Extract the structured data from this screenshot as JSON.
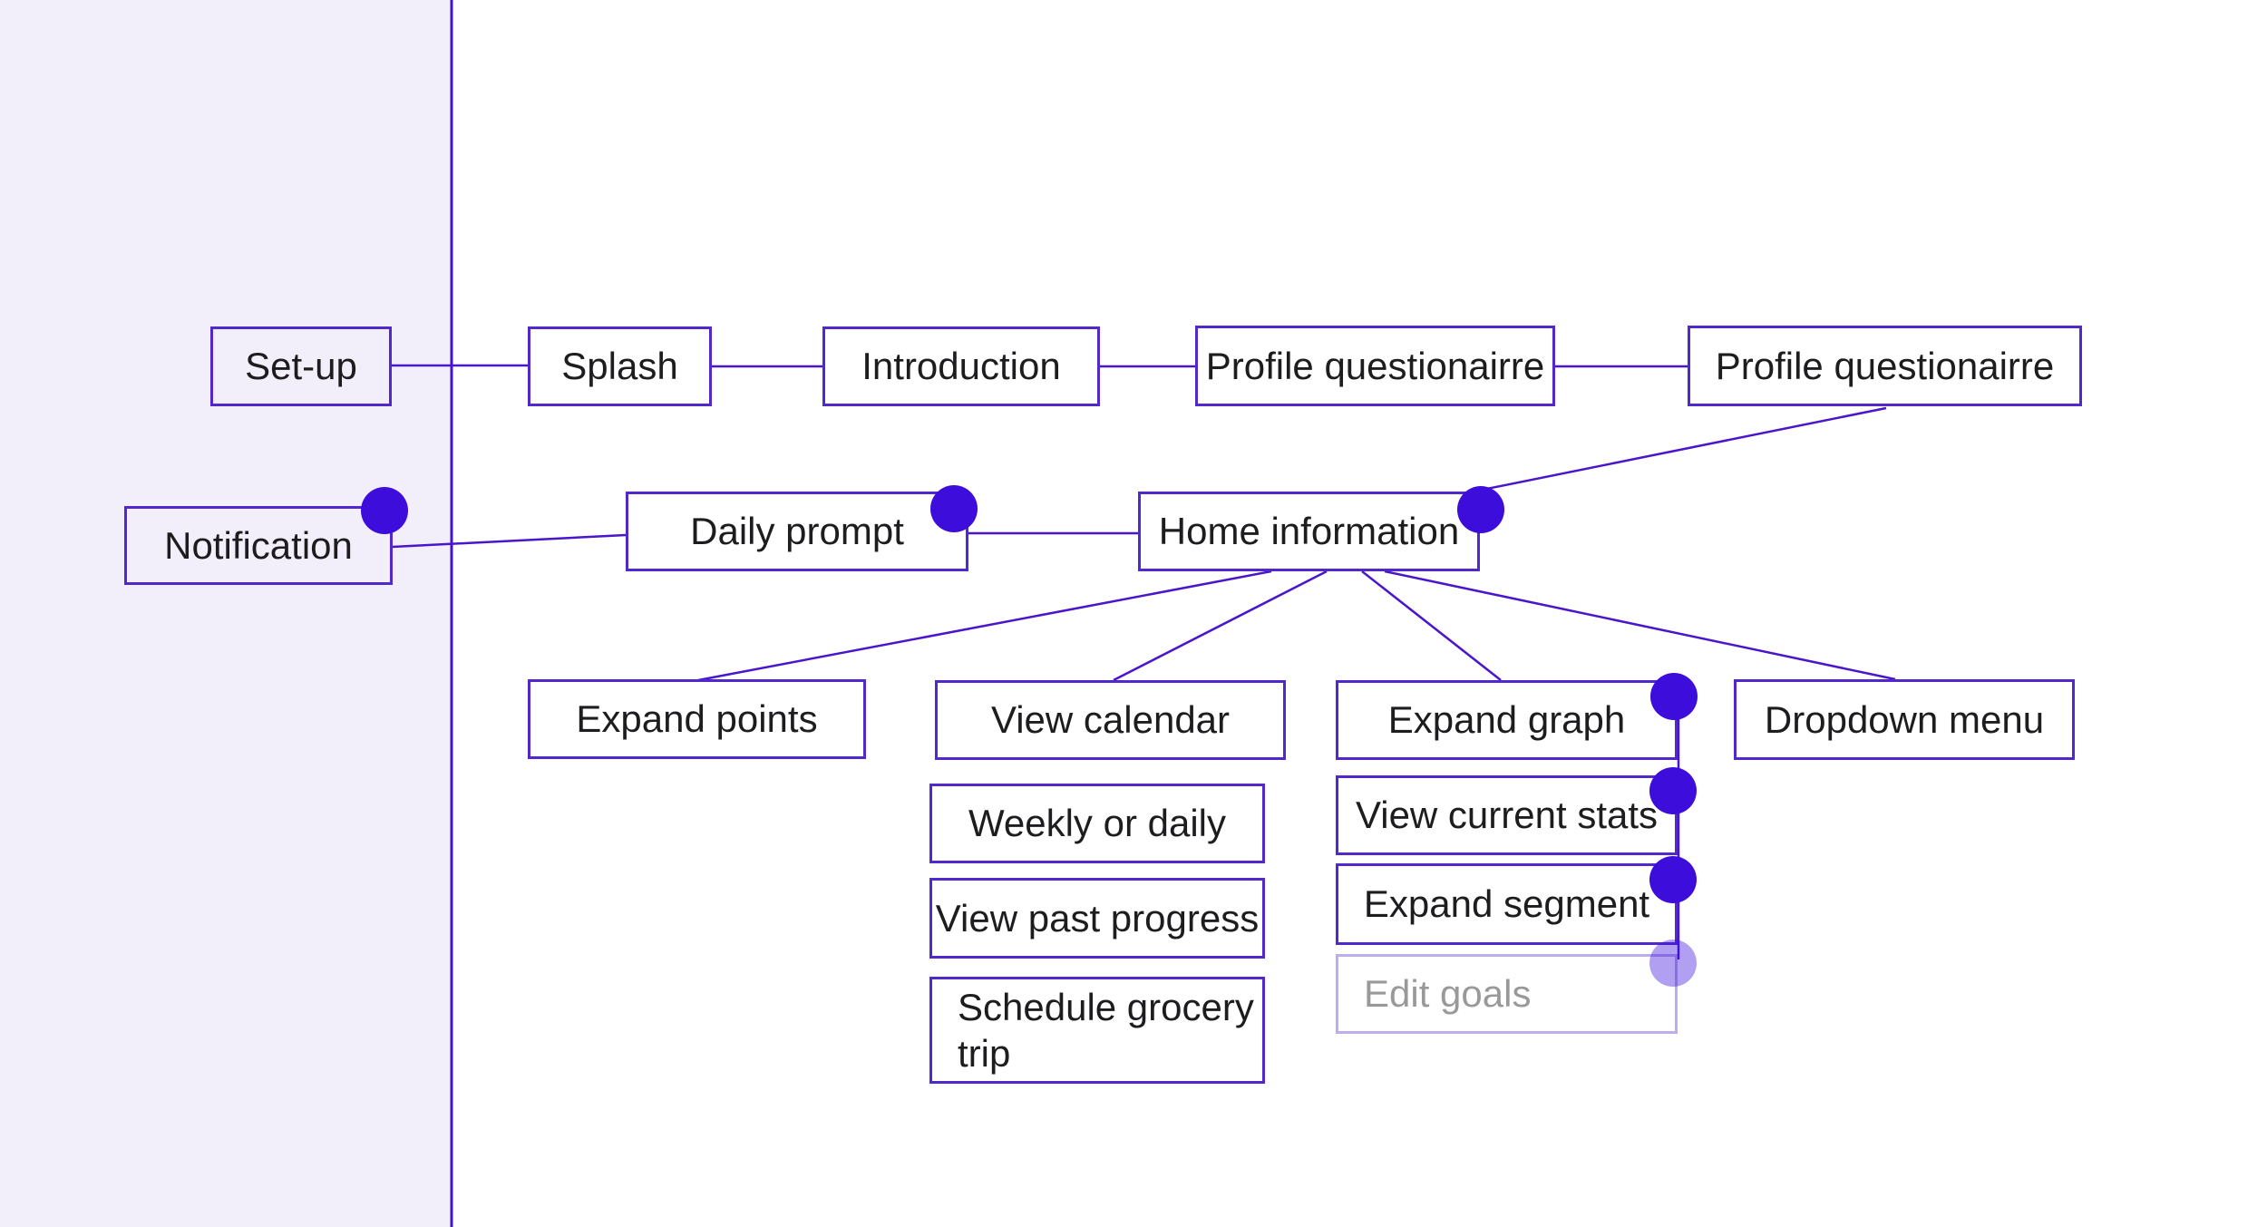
{
  "app": {
    "kind": "flowchart-canvas",
    "colors": {
      "background": "#ffffff",
      "panel": "#f2eefa",
      "divider_line": "#4713c9",
      "connector_line": "#4a16cb",
      "node_border": "#5128cc",
      "node_text": "#1d1d20",
      "dot": "#3d0edb",
      "faded_dot": "#a99ae0",
      "disabled_border": "#b3a6e8",
      "disabled_text": "#9b9b9b"
    }
  },
  "diagram": {
    "nodes": [
      {
        "id": "setup",
        "label": "Set-up",
        "dot": false,
        "state": "default"
      },
      {
        "id": "splash",
        "label": "Splash",
        "dot": false,
        "state": "default"
      },
      {
        "id": "introduction",
        "label": "Introduction",
        "dot": false,
        "state": "default"
      },
      {
        "id": "profile-questionairre-1",
        "label": "Profile questionairre",
        "dot": false,
        "state": "default"
      },
      {
        "id": "profile-questionairre-2",
        "label": "Profile questionairre",
        "dot": false,
        "state": "default"
      },
      {
        "id": "notification",
        "label": "Notification",
        "dot": true,
        "state": "default"
      },
      {
        "id": "daily-prompt",
        "label": "Daily prompt",
        "dot": true,
        "state": "default"
      },
      {
        "id": "home-information",
        "label": "Home information",
        "dot": true,
        "state": "default"
      },
      {
        "id": "expand-points",
        "label": "Expand points",
        "dot": false,
        "state": "default"
      },
      {
        "id": "view-calendar",
        "label": "View calendar",
        "dot": false,
        "state": "default"
      },
      {
        "id": "expand-graph",
        "label": "Expand graph",
        "dot": true,
        "state": "default"
      },
      {
        "id": "dropdown-menu",
        "label": "Dropdown menu",
        "dot": false,
        "state": "default"
      },
      {
        "id": "weekly-or-daily",
        "label": "Weekly or daily",
        "dot": false,
        "state": "default"
      },
      {
        "id": "view-past-progress",
        "label": "View past progress",
        "dot": false,
        "state": "default"
      },
      {
        "id": "schedule-grocery-trip",
        "label": "Schedule grocery\ntrip",
        "dot": false,
        "state": "default"
      },
      {
        "id": "view-current-stats",
        "label": "View current stats",
        "dot": true,
        "state": "default"
      },
      {
        "id": "expand-segment",
        "label": "Expand segment",
        "dot": true,
        "state": "default"
      },
      {
        "id": "edit-goals",
        "label": "Edit goals",
        "dot": true,
        "state": "disabled"
      }
    ],
    "edges": [
      [
        "setup",
        "splash"
      ],
      [
        "splash",
        "introduction"
      ],
      [
        "introduction",
        "profile-questionairre-1"
      ],
      [
        "profile-questionairre-1",
        "profile-questionairre-2"
      ],
      [
        "profile-questionairre-2",
        "home-information"
      ],
      [
        "notification",
        "daily-prompt"
      ],
      [
        "daily-prompt",
        "home-information"
      ],
      [
        "home-information",
        "expand-points"
      ],
      [
        "home-information",
        "view-calendar"
      ],
      [
        "home-information",
        "expand-graph"
      ],
      [
        "home-information",
        "dropdown-menu"
      ],
      [
        "expand-graph",
        "edit-goals"
      ]
    ]
  }
}
